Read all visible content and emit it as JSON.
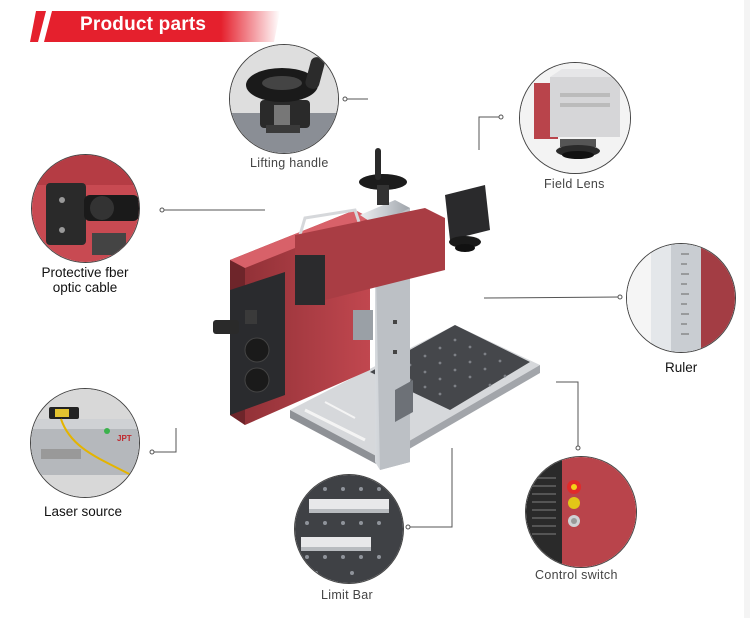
{
  "header": {
    "title": "Product parts",
    "accent_color": "#e5202d"
  },
  "parts": {
    "lifting_handle": "Lifting handle",
    "field_lens": "Field Lens",
    "protective_fiber": "Protective fber",
    "protective_fiber_line2": "optic cable",
    "ruler": "Ruler",
    "laser_source": "Laser source",
    "limit_bar": "Limit Bar",
    "control_switch": "Control switch"
  },
  "laser_brand": "JPT",
  "colors": {
    "body_red": "#b9444b",
    "aluminum": "#c8ccd1",
    "base_gray": "#45474b"
  }
}
